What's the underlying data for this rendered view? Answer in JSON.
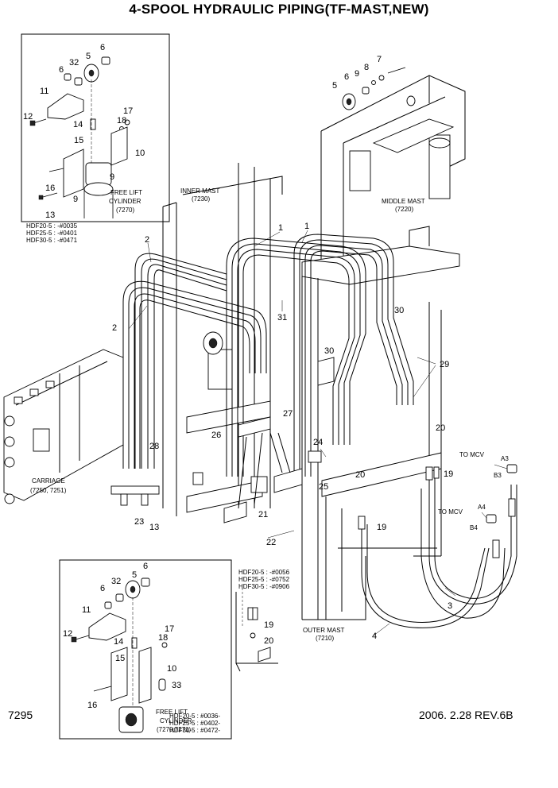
{
  "title": "4-SPOOL HYDRAULIC PIPING(TF-MAST,NEW)",
  "page_number": "7295",
  "revision": "2006. 2.28  REV.6B",
  "assemblies": {
    "inner_mast": [
      "INNER MAST",
      "(7230)"
    ],
    "middle_mast": [
      "MIDDLE MAST",
      "(7220)"
    ],
    "outer_mast": [
      "OUTER MAST",
      "(7210)"
    ],
    "carriage": [
      "CARRIAGE",
      "(7250, 7251)"
    ],
    "free_lift_top": [
      "FREE LIFT",
      "CYLINDER",
      "(7270)"
    ],
    "free_lift_bottom": [
      "FREE LIFT",
      "CYLINDER",
      "(7270,7271)"
    ]
  },
  "serial_notes": {
    "top_left": [
      "HDF20-5 : -#0035",
      "HDF25-5 : -#0401",
      "HDF30-5 : -#0471"
    ],
    "middle": [
      "HDF20-5 : -#0056",
      "HDF25-5 : -#0752",
      "HDF30-5 : -#0906"
    ],
    "bottom": [
      "HDF20-5 : #0036-",
      "HDF25-5 : #0402-",
      "HDF30-5 : #0472-"
    ]
  },
  "connections": {
    "to_mcv_1": "TO MCV",
    "to_mcv_2": "TO MCV",
    "a3": "A3",
    "b3": "B3",
    "a4": "A4",
    "b4": "B4"
  },
  "part_labels": {
    "tl_6a": "6",
    "tl_5": "5",
    "tl_6b": "6",
    "tl_32": "32",
    "tl_11": "11",
    "tl_17": "17",
    "tl_12": "12",
    "tl_14": "14",
    "tl_18": "18",
    "tl_15": "15",
    "tl_10": "10",
    "tl_9a": "9",
    "tl_16": "16",
    "tl_9b": "9",
    "tl_13": "13",
    "mm_7": "7",
    "mm_8": "8",
    "mm_9": "9",
    "mm_6": "6",
    "mm_5": "5",
    "p1a": "1",
    "p1b": "1",
    "p2a": "2",
    "p2b": "2",
    "p31": "31",
    "p30a": "30",
    "p30b": "30",
    "p29": "29",
    "p27": "27",
    "p26": "26",
    "p20a": "20",
    "p24": "24",
    "p28": "28",
    "p25": "25",
    "p20b": "20",
    "p19a": "19",
    "p23": "23",
    "p13": "13",
    "p21": "21",
    "p22": "22",
    "p19b": "19",
    "p3": "3",
    "p4": "4",
    "mid19": "19",
    "mid20": "20",
    "bl_6a": "6",
    "bl_32": "32",
    "bl_6b": "6",
    "bl_5": "5",
    "bl_11": "11",
    "bl_17": "17",
    "bl_12": "12",
    "bl_14": "14",
    "bl_18": "18",
    "bl_15": "15",
    "bl_10": "10",
    "bl_33": "33",
    "bl_16": "16"
  }
}
